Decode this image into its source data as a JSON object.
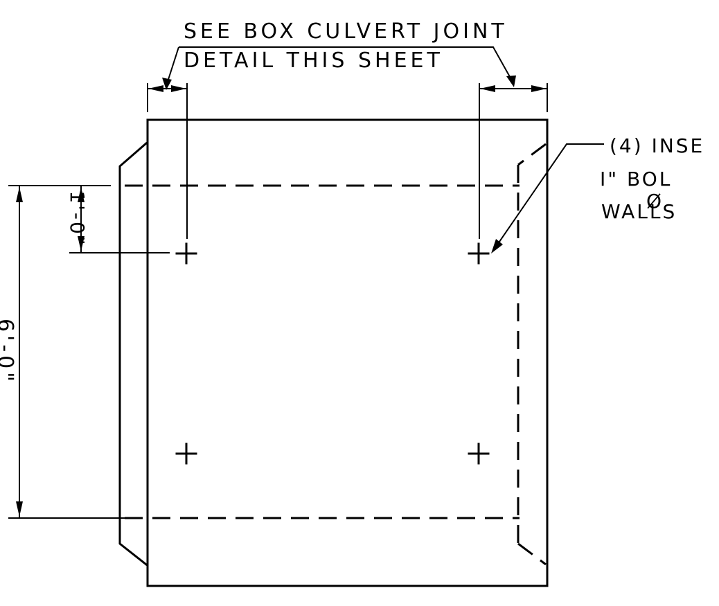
{
  "diagram": {
    "callout_top_line1": "SEE BOX CULVERT JOINT",
    "callout_top_line2": "DETAIL THIS SHEET",
    "callout_right_line1": "(4)  INSE",
    "callout_right_line2": "I\"    BOL",
    "callout_right_line3": "WALLS",
    "diameter_symbol": "Ø",
    "dim_top_offset": "1'-0\"",
    "dim_total_height": "6'-0\""
  },
  "colors": {
    "line": "#000000",
    "background": "#ffffff"
  }
}
